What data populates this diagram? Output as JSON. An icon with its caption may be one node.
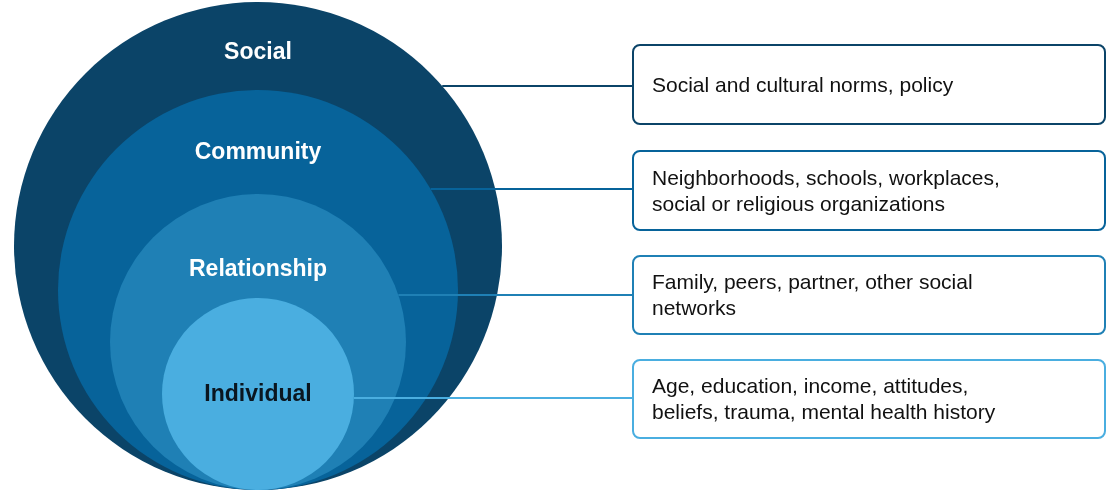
{
  "diagram": {
    "nodes": [
      {
        "text": [
          "Social"
        ]
      },
      {
        "text": [
          "Community"
        ],
        "in": 0
      },
      {
        "text": [
          "Relationship"
        ],
        "in": 1
      },
      {
        "text": [
          "Individual"
        ],
        "in": 2
      },
      {
        "text": [
          "Social and cultural norms, policy"
        ]
      },
      {
        "text": [
          "Neighborhoods, schools, workplaces, social or religious organizations"
        ]
      },
      {
        "text": [
          "Family, peers, partner, other social networks"
        ]
      },
      {
        "text": [
          "Age, education, income, attitudes, beliefs, trauma, mental health history"
        ]
      }
    ],
    "edges": [
      {
        "from": 0,
        "to": 4,
        "arrow": "none",
        "color": "#0b4468"
      },
      {
        "from": 1,
        "to": 5,
        "arrow": "none",
        "color": "#07639a"
      },
      {
        "from": 2,
        "to": 6,
        "arrow": "none",
        "color": "#1f80b5"
      },
      {
        "from": 3,
        "to": 7,
        "arrow": "none",
        "color": "#4aaee0"
      }
    ]
  }
}
